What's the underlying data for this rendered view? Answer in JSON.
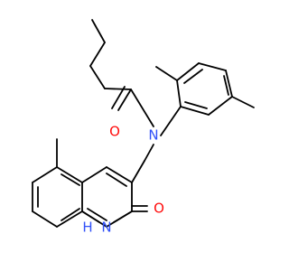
{
  "structure": {
    "atoms": {
      "n_amide": {
        "symbol": "N",
        "color": "#3050f8"
      },
      "o_amide": {
        "symbol": "O",
        "color": "#ff0d0d"
      },
      "o_quinolinone": {
        "symbol": "O",
        "color": "#ff0d0d"
      },
      "nh_quinolinone": {
        "symbol": "H\nN",
        "color": "#3050f8",
        "line1": "N",
        "line2": "H"
      }
    },
    "bond_color": "#000000",
    "background": "#ffffff"
  }
}
